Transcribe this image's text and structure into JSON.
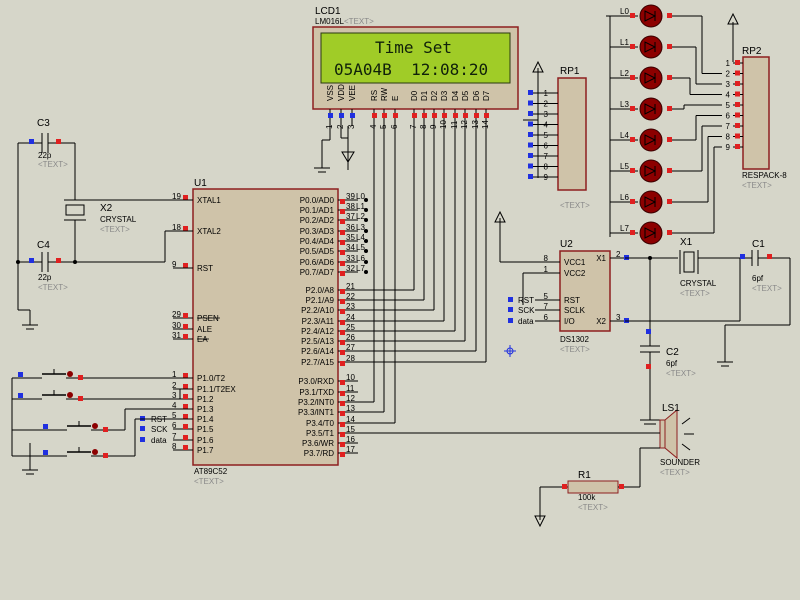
{
  "colors": {
    "background": "#d6d6c9",
    "chip_fill": "#cfc3a9",
    "chip_border": "#8e1f1f",
    "wire": "#000000",
    "lcd_screen": "#a0cc27",
    "led": "#8c0000",
    "pin_red": "#e02020",
    "pin_blue": "#2030e0"
  },
  "lcd": {
    "ref": "LCD1",
    "model": "LM016L",
    "placeholder": "<TEXT>",
    "line1": "Time Set",
    "line2": "05A04B  12:08:20",
    "pins": [
      "VSS",
      "VDD",
      "VEE",
      "RS",
      "RW",
      "E",
      "D0",
      "D1",
      "D2",
      "D3",
      "D4",
      "D5",
      "D6",
      "D7"
    ],
    "pin_numbers": [
      "1",
      "2",
      "3",
      "4",
      "5",
      "6",
      "7",
      "8",
      "9",
      "10",
      "11",
      "12",
      "13",
      "14"
    ]
  },
  "u1": {
    "ref": "U1",
    "model": "AT89C52",
    "placeholder": "<TEXT>",
    "left_pins": [
      {
        "num": "19",
        "name": "XTAL1"
      },
      {
        "num": "18",
        "name": "XTAL2"
      },
      {
        "num": "9",
        "name": "RST"
      },
      {
        "num": "29",
        "name": "PSEN"
      },
      {
        "num": "30",
        "name": "ALE"
      },
      {
        "num": "31",
        "name": "EA"
      },
      {
        "num": "1",
        "name": "P1.0/T2"
      },
      {
        "num": "2",
        "name": "P1.1/T2EX"
      },
      {
        "num": "3",
        "name": "P1.2"
      },
      {
        "num": "4",
        "name": "P1.3"
      },
      {
        "num": "5",
        "name": "P1.4"
      },
      {
        "num": "6",
        "name": "P1.5"
      },
      {
        "num": "7",
        "name": "P1.6"
      },
      {
        "num": "8",
        "name": "P1.7"
      }
    ],
    "right_pins": [
      {
        "num": "39",
        "name": "P0.0/AD0",
        "net": "L0"
      },
      {
        "num": "38",
        "name": "P0.1/AD1",
        "net": "L1"
      },
      {
        "num": "37",
        "name": "P0.2/AD2",
        "net": "L2"
      },
      {
        "num": "36",
        "name": "P0.3/AD3",
        "net": "L3"
      },
      {
        "num": "35",
        "name": "P0.4/AD4",
        "net": "L4"
      },
      {
        "num": "34",
        "name": "P0.5/AD5",
        "net": "L5"
      },
      {
        "num": "33",
        "name": "P0.6/AD6",
        "net": "L6"
      },
      {
        "num": "32",
        "name": "P0.7/AD7",
        "net": "L7"
      },
      {
        "num": "21",
        "name": "P2.0/A8",
        "net": ""
      },
      {
        "num": "22",
        "name": "P2.1/A9",
        "net": ""
      },
      {
        "num": "23",
        "name": "P2.2/A10",
        "net": ""
      },
      {
        "num": "24",
        "name": "P2.3/A11",
        "net": ""
      },
      {
        "num": "25",
        "name": "P2.4/A12",
        "net": ""
      },
      {
        "num": "26",
        "name": "P2.5/A13",
        "net": ""
      },
      {
        "num": "27",
        "name": "P2.6/A14",
        "net": ""
      },
      {
        "num": "28",
        "name": "P2.7/A15",
        "net": ""
      },
      {
        "num": "10",
        "name": "P3.0/RXD",
        "net": ""
      },
      {
        "num": "11",
        "name": "P3.1/TXD",
        "net": ""
      },
      {
        "num": "12",
        "name": "P3.2/INT0",
        "net": ""
      },
      {
        "num": "13",
        "name": "P3.3/INT1",
        "net": ""
      },
      {
        "num": "14",
        "name": "P3.4/T0",
        "net": ""
      },
      {
        "num": "15",
        "name": "P3.5/T1",
        "net": ""
      },
      {
        "num": "16",
        "name": "P3.6/WR",
        "net": ""
      },
      {
        "num": "17",
        "name": "P3.7/RD",
        "net": ""
      }
    ],
    "p1_nets": {
      "p14": "RST",
      "p15": "SCK",
      "p16": "data"
    }
  },
  "u2": {
    "ref": "U2",
    "model": "DS1302",
    "placeholder": "<TEXT>",
    "pins_left": [
      {
        "num": "8",
        "name": "VCC1"
      },
      {
        "num": "1",
        "name": "VCC2"
      },
      {
        "num": "5",
        "name": "RST",
        "net": "RST"
      },
      {
        "num": "7",
        "name": "SCLK",
        "net": "SCK"
      },
      {
        "num": "6",
        "name": "I/O",
        "net": "data"
      }
    ],
    "pins_right": [
      {
        "num": "2",
        "name": "X1"
      },
      {
        "num": "3",
        "name": "X2"
      }
    ]
  },
  "rp1": {
    "ref": "RP1",
    "placeholder": "<TEXT>",
    "pins": [
      "1",
      "2",
      "3",
      "4",
      "5",
      "6",
      "7",
      "8",
      "9"
    ]
  },
  "rp2": {
    "ref": "RP2",
    "model": "RESPACK-8",
    "placeholder": "<TEXT>",
    "pins": [
      "1",
      "2",
      "3",
      "4",
      "5",
      "6",
      "7",
      "8",
      "9"
    ]
  },
  "leds": [
    "L0",
    "L1",
    "L2",
    "L3",
    "L4",
    "L5",
    "L6",
    "L7"
  ],
  "c3": {
    "ref": "C3",
    "value": "22p",
    "placeholder": "<TEXT>"
  },
  "c4": {
    "ref": "C4",
    "value": "22p",
    "placeholder": "<TEXT>"
  },
  "x2": {
    "ref": "X2",
    "model": "CRYSTAL",
    "placeholder": "<TEXT>"
  },
  "x1": {
    "ref": "X1",
    "model": "CRYSTAL",
    "placeholder": "<TEXT>"
  },
  "c1": {
    "ref": "C1",
    "value": "6pf",
    "placeholder": "<TEXT>"
  },
  "c2": {
    "ref": "C2",
    "value": "6pf",
    "placeholder": "<TEXT>"
  },
  "ls1": {
    "ref": "LS1",
    "model": "SOUNDER",
    "placeholder": "<TEXT>"
  },
  "r1": {
    "ref": "R1",
    "value": "100k",
    "placeholder": "<TEXT>"
  }
}
